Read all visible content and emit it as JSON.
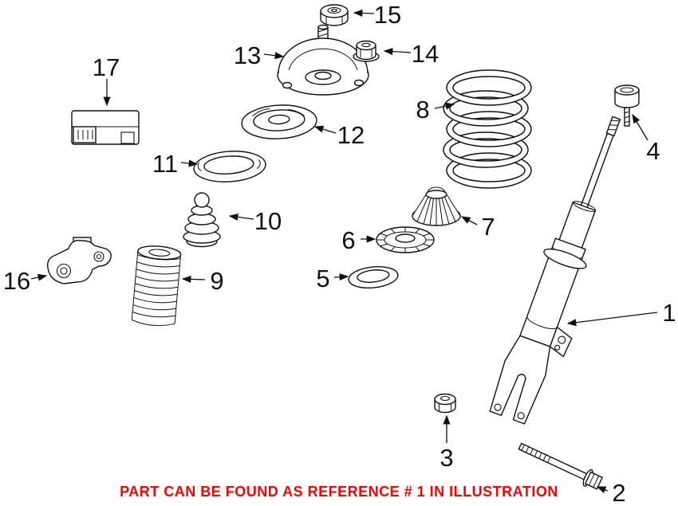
{
  "diagram": {
    "footer_note": "PART CAN BE FOUND AS REFERENCE # 1 IN ILLUSTRATION",
    "colors": {
      "line": "#111111",
      "note": "#ff0000",
      "background": "#ffffff"
    },
    "labels": {
      "p1": "1",
      "p2": "2",
      "p3": "3",
      "p4": "4",
      "p5": "5",
      "p6": "6",
      "p7": "7",
      "p8": "8",
      "p9": "9",
      "p10": "10",
      "p11": "11",
      "p12": "12",
      "p13": "13",
      "p14": "14",
      "p15": "15",
      "p16": "16",
      "p17": "17"
    }
  }
}
